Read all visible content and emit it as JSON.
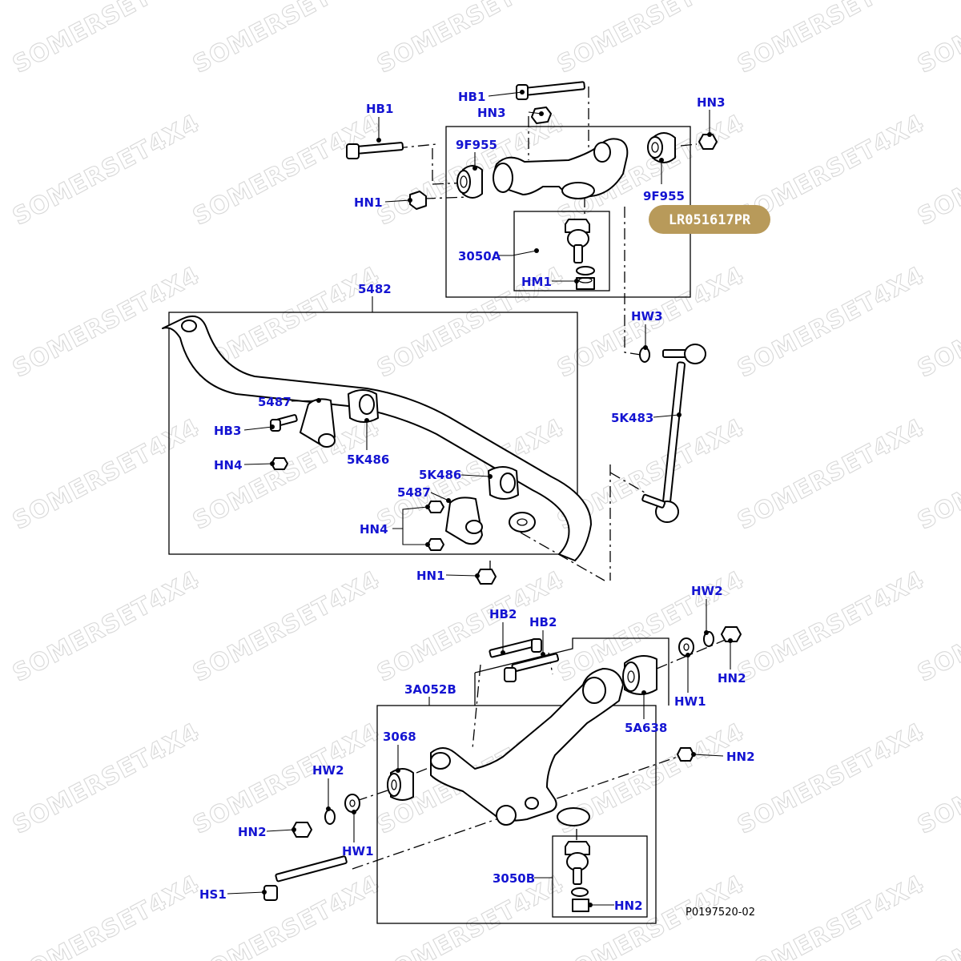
{
  "watermark_text": "SOMERSET4X4",
  "part_badge": {
    "text": "LR051617PR",
    "color": "#b89a5a"
  },
  "diagram_ref": "P0197520-02",
  "label_color": "#1414d2",
  "labels": {
    "hb1_top": "HB1",
    "hn3_top": "HN3",
    "hn3_right": "HN3",
    "hb1_left": "HB1",
    "f9955_upper": "9F955",
    "f9955_lower": "9F955",
    "hn1_upper": "HN1",
    "a3050": "3050A",
    "hm1": "HM1",
    "bar5482": "5482",
    "bracket5487_a": "5487",
    "hb3": "HB3",
    "hn4_a": "HN4",
    "bush5k486_a": "5K486",
    "bush5k486_b": "5K486",
    "bracket5487_b": "5487",
    "hn4_b": "HN4",
    "hw3": "HW3",
    "link5k483": "5K483",
    "hn1_lower": "HN1",
    "hb2_a": "HB2",
    "hb2_b": "HB2",
    "hw2_right": "HW2",
    "hn2_right_top": "HN2",
    "hw1_right": "HW1",
    "arm3a052b": "3A052B",
    "bush5a638": "5A638",
    "bush3068": "3068",
    "hn2_right_mid": "HN2",
    "hw2_left": "HW2",
    "hn2_left": "HN2",
    "hw1_left": "HW1",
    "hs1": "HS1",
    "b3050": "3050B",
    "hn2_bottom": "HN2"
  }
}
